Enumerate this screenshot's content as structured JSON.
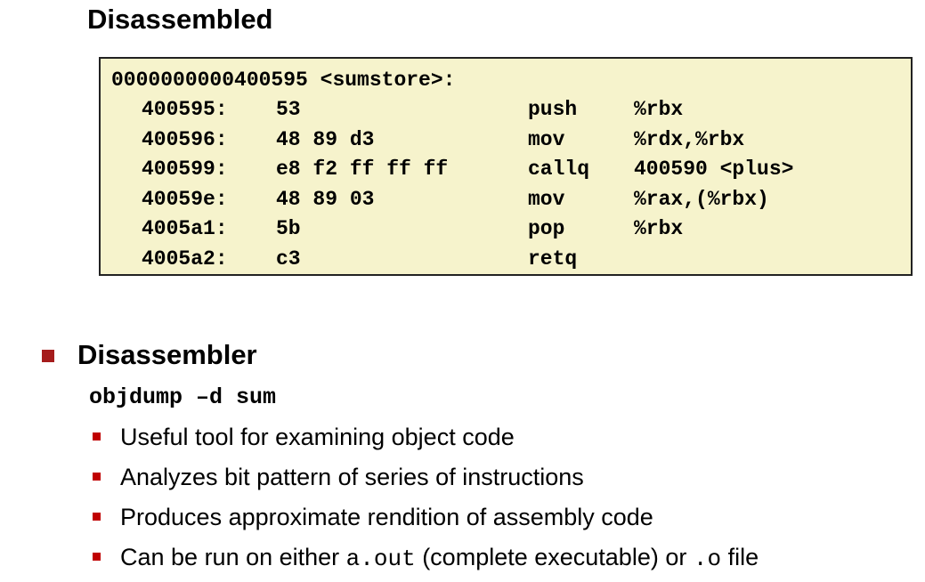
{
  "section_title": "Disassembled",
  "code": {
    "header": "0000000000400595 <sumstore>:",
    "lines": [
      {
        "addr": "400595:",
        "bytes": "53",
        "op": "push",
        "args": "%rbx"
      },
      {
        "addr": "400596:",
        "bytes": "48 89 d3",
        "op": "mov",
        "args": "%rdx,%rbx"
      },
      {
        "addr": "400599:",
        "bytes": "e8 f2 ff ff ff",
        "op": "callq",
        "args": "400590 <plus>"
      },
      {
        "addr": "40059e:",
        "bytes": "48 89 03",
        "op": "mov",
        "args": "%rax,(%rbx)"
      },
      {
        "addr": "4005a1:",
        "bytes": "5b",
        "op": "pop",
        "args": "%rbx"
      },
      {
        "addr": "4005a2:",
        "bytes": "c3",
        "op": "retq",
        "args": ""
      }
    ]
  },
  "main": {
    "heading": "Disassembler",
    "command": "objdump –d sum",
    "items": [
      {
        "text": "Useful tool for examining object code"
      },
      {
        "text": "Analyzes bit pattern of series of instructions"
      },
      {
        "text": "Produces approximate rendition of assembly code"
      }
    ],
    "last_item": {
      "part1": "Can be run on either ",
      "code1": "a.out",
      "part2": " (complete executable) or ",
      "code2": ".o",
      "part3": " file"
    }
  },
  "colors": {
    "code_background": "#f6f3cc",
    "bullet": "#c00000"
  }
}
